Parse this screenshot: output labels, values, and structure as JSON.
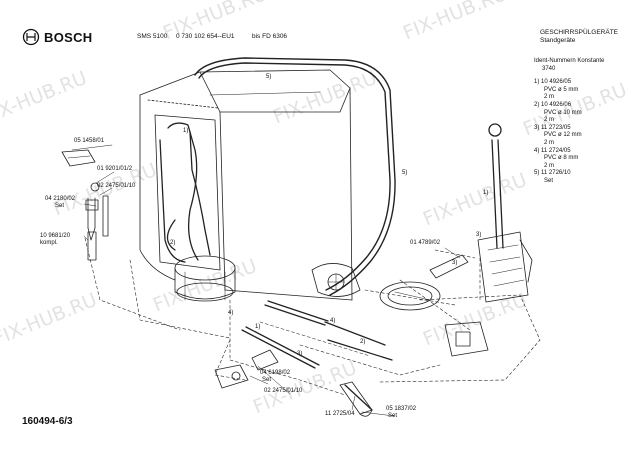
{
  "header": {
    "brand": "BOSCH",
    "model": "SMS 5100",
    "part_code": "0 730 102 654--EU1",
    "fd_range": "bis FD 6306",
    "category": "GESCHIRRSPÜLGERÄTE",
    "subcategory": "Standgeräte"
  },
  "legend": {
    "title": "Ident-Nummern Konstante",
    "code": "3740",
    "items": [
      {
        "num": "1)",
        "ident": "10 4926/05",
        "desc": "PVC ø 5 mm",
        "len": "2 m"
      },
      {
        "num": "2)",
        "ident": "10 4926/06",
        "desc": "PVC ø 10 mm",
        "len": "2 m"
      },
      {
        "num": "3)",
        "ident": "11 2723/05",
        "desc": "PVC ø 12 mm",
        "len": "2 m"
      },
      {
        "num": "4)",
        "ident": "11 2724/05",
        "desc": "PVC ø 8 mm",
        "len": "2 m"
      },
      {
        "num": "5)",
        "ident": "11 2726/10",
        "desc": "Set",
        "len": ""
      }
    ]
  },
  "part_labels": {
    "p1": "05 1458/01",
    "p2": "01 9201/01/2",
    "p3": "02 2475/01/10",
    "p4a": "04 2180/02",
    "p4b": "Set",
    "p5a": "10 9681/20",
    "p5b": "kompl.",
    "p6": "01 4789/02",
    "p7a": "04 6198/02",
    "p7b": "Set",
    "p8": "02 2475/01/10",
    "p9": "11 2725/04",
    "p10a": "05 1837/02",
    "p10b": "Set"
  },
  "callouts": {
    "c1": "1)",
    "c2": "2)",
    "c3": "3)",
    "c4": "4)",
    "c5": "5)"
  },
  "sheet_id": "160494-6/3",
  "watermark": "FIX-HUB.RU"
}
